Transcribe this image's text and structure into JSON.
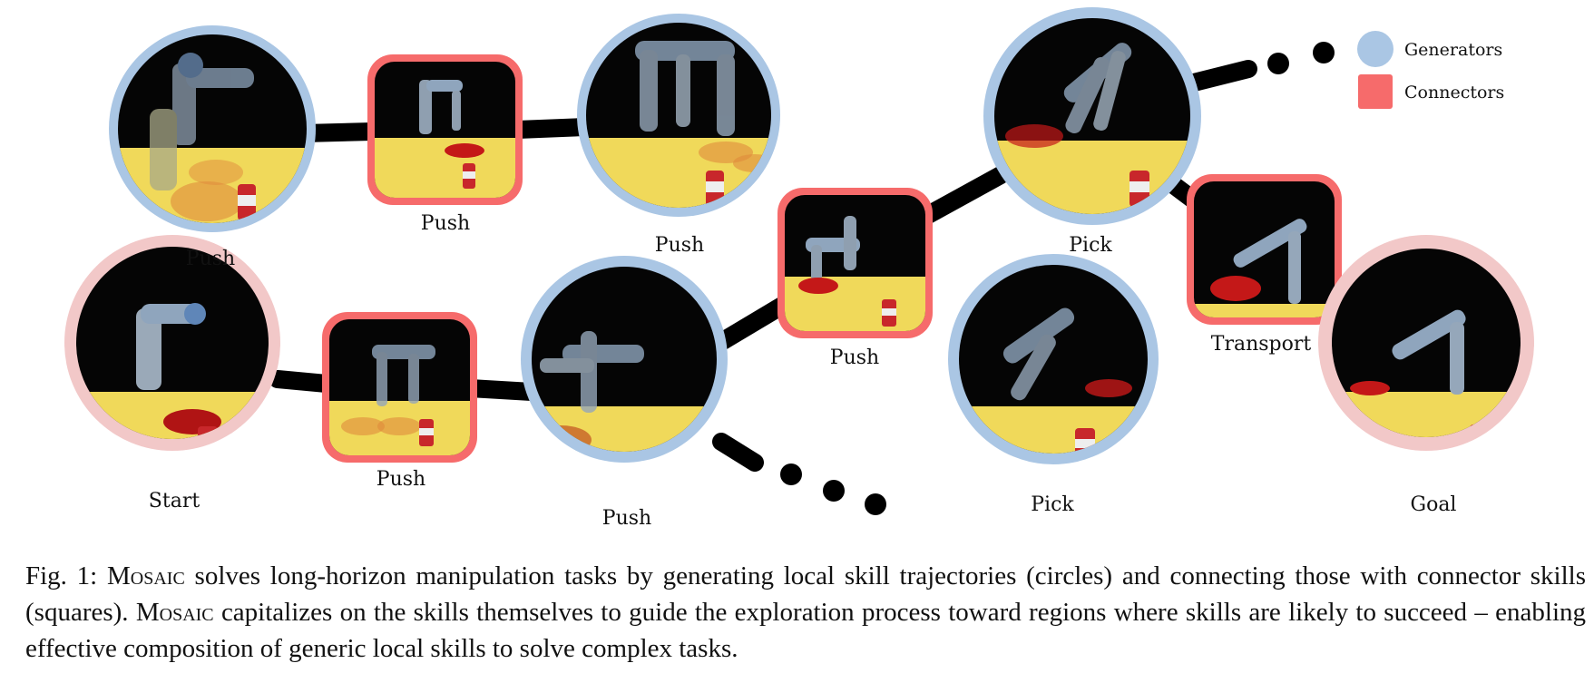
{
  "legend": {
    "generators_label": "Generators",
    "connectors_label": "Connectors"
  },
  "colors": {
    "generator_ring": "#aac6e4",
    "connector_frame": "#f66b6b",
    "endpoint_ring": "#f2c8c8",
    "path": "#000000",
    "scene_black": "#050505",
    "scene_table": "#f0d95a"
  },
  "nodes": [
    {
      "id": "n1",
      "kind": "generator",
      "label": "Push"
    },
    {
      "id": "n2",
      "kind": "connector",
      "label": "Push"
    },
    {
      "id": "n3",
      "kind": "generator",
      "label": "Push"
    },
    {
      "id": "n4",
      "kind": "connector",
      "label": "Push"
    },
    {
      "id": "n5",
      "kind": "generator",
      "label": "Pick"
    },
    {
      "id": "n6",
      "kind": "connector",
      "label": "Transport"
    },
    {
      "id": "n7",
      "kind": "endpoint",
      "label": "Start"
    },
    {
      "id": "n8",
      "kind": "connector",
      "label": "Push"
    },
    {
      "id": "n9",
      "kind": "generator",
      "label": "Push"
    },
    {
      "id": "n10",
      "kind": "generator",
      "label": "Pick"
    },
    {
      "id": "n11",
      "kind": "endpoint",
      "label": "Goal"
    }
  ],
  "caption": {
    "fig_label": "Fig. 1:",
    "method_name": "Mosaic",
    "part1": "solves long-horizon manipulation tasks by generating local skill trajectories (circles) and connecting those with connector skills (squares).",
    "part2": "capitalizes on the skills themselves to guide the exploration process toward regions where skills are likely to succeed – enabling effective composition of generic local skills to solve complex tasks."
  }
}
